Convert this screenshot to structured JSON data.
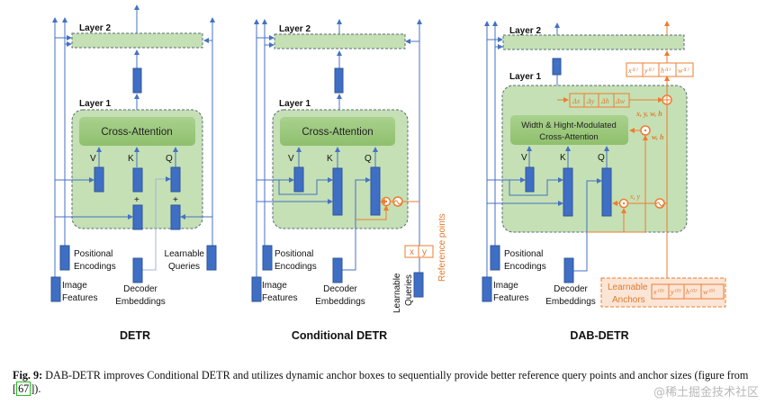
{
  "panels": [
    {
      "title": "DETR",
      "layer2": "Layer 2",
      "layer1": "Layer 1",
      "attention": "Cross-Attention",
      "inputs": [
        "V",
        "K",
        "Q"
      ],
      "plus": "+",
      "labels": {
        "positional": [
          "Positional",
          "Encodings"
        ],
        "image": [
          "Image",
          "Features"
        ],
        "decoder": [
          "Decoder",
          "Embeddings"
        ],
        "queries": [
          "Learnable",
          "Queries"
        ]
      }
    },
    {
      "title": "Conditional DETR",
      "layer2": "Layer 2",
      "layer1": "Layer 1",
      "attention": "Cross-Attention",
      "inputs": [
        "V",
        "K",
        "Q"
      ],
      "labels": {
        "positional": [
          "Positional",
          "Encodings"
        ],
        "image": [
          "Image",
          "Features"
        ],
        "decoder": [
          "Decoder",
          "Embeddings"
        ],
        "queries": [
          "Learnable",
          "Queries"
        ]
      },
      "ref_box": [
        "x",
        "y"
      ],
      "ref_label": "Reference points"
    },
    {
      "title": "DAB-DETR",
      "layer2": "Layer 2",
      "layer1": "Layer 1",
      "attention": [
        "Width & Hight-Modulated",
        "Cross-Attention"
      ],
      "inputs": [
        "V",
        "K",
        "Q"
      ],
      "labels": {
        "positional": [
          "Positional",
          "Encodings"
        ],
        "image": [
          "Image",
          "Features"
        ],
        "decoder": [
          "Decoder",
          "Embeddings"
        ]
      },
      "delta_box": [
        "Δx",
        "Δy",
        "Δh",
        "Δw"
      ],
      "out_box": [
        "x⁽¹⁾",
        "y⁽¹⁾",
        "h⁽¹⁾",
        "w⁽¹⁾"
      ],
      "anchor_box": [
        "x⁽⁰⁾",
        "y⁽⁰⁾",
        "h⁽⁰⁾",
        "w⁽⁰⁾"
      ],
      "anchors_label": [
        "Learnable",
        "Anchors"
      ],
      "xywh": "x, y, w, h",
      "wh": "w, h",
      "xy": "x, y"
    }
  ],
  "caption": {
    "fig": "Fig. 9:",
    "text1": " DAB-DETR improves Conditional DETR and utilizes dynamic anchor boxes to sequentially provide better reference query points and anchor sizes (figure from [",
    "ref": "67",
    "text2": "])."
  },
  "watermark": "@稀土掘金技术社区",
  "colors": {
    "blue": "#4472c4",
    "blue_fill": "#3f6fc4",
    "green_fill": "#c5e0b4",
    "orange": "#ed7d31"
  }
}
